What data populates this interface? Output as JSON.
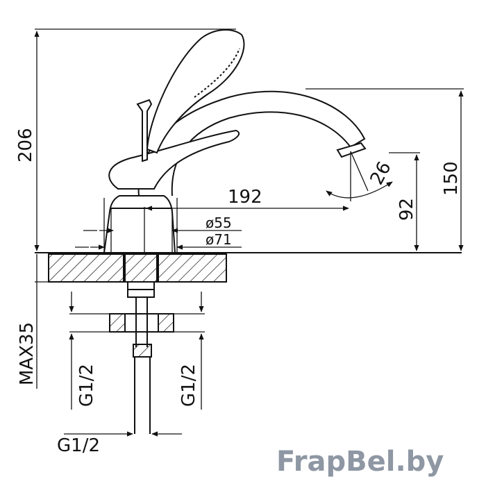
{
  "dimensions": {
    "total_height": "206",
    "spout_height": "150",
    "reach": "192",
    "outlet_height": "92",
    "outlet_angle": "26",
    "base_diameter_inner": "ø55",
    "base_diameter_outer": "ø71",
    "max_deck_thickness": "MAX35",
    "connection_left": "G1/2",
    "connection_right": "G1/2",
    "connection_bottom": "G1/2"
  },
  "watermark": "FrapBel.by",
  "colors": {
    "line": "#111111",
    "watermark": "#8e97a3"
  }
}
